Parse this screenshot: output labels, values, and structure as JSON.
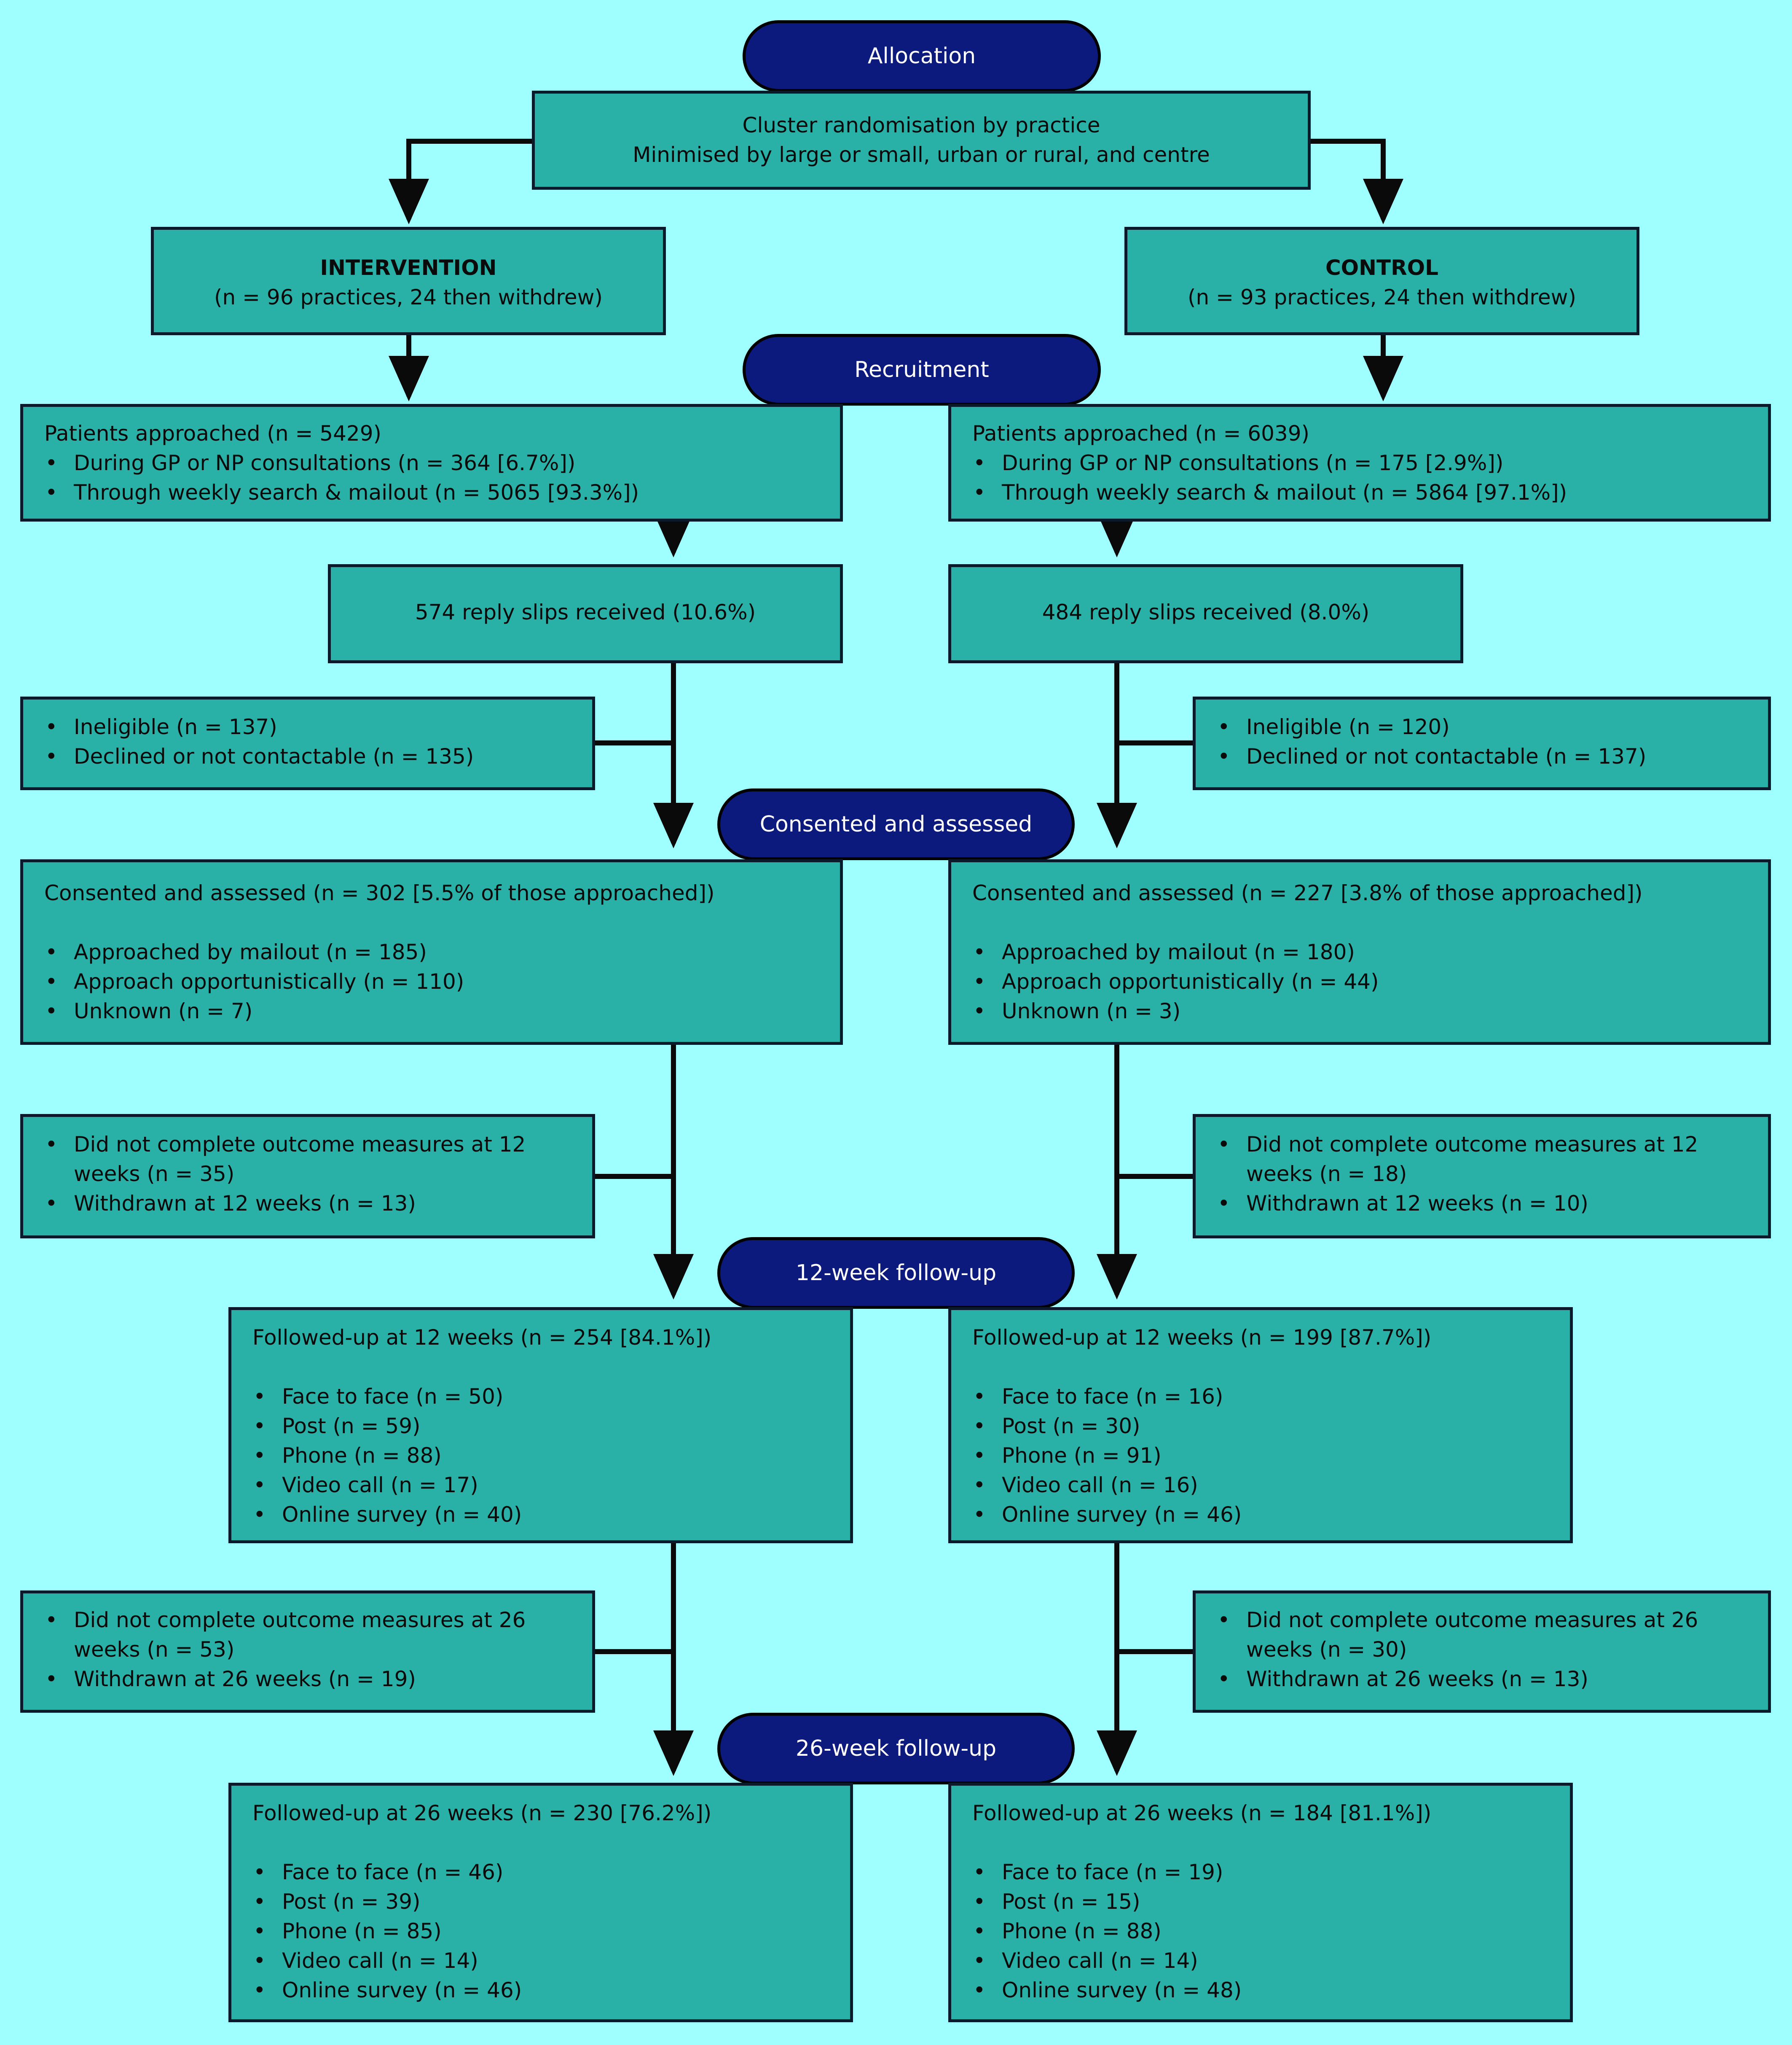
{
  "stages": {
    "allocation": "Allocation",
    "recruitment": "Recruitment",
    "consented": "Consented and assessed",
    "week12": "12-week follow-up",
    "week26": "26-week follow-up"
  },
  "randomisation": {
    "line1": "Cluster randomisation by practice",
    "line2": "Minimised by large or small, urban or rural, and centre"
  },
  "intervention": {
    "arm": {
      "title": "INTERVENTION",
      "detail": "(n = 96 practices, 24 then withdrew)"
    },
    "approached": {
      "title": "Patients approached (n = 5429)",
      "items": [
        "During GP or NP consultations (n = 364 [6.7%])",
        "Through weekly search & mailout (n = 5065 [93.3%])"
      ]
    },
    "reply": "574 reply slips received (10.6%)",
    "excluded": {
      "items": [
        "Ineligible (n = 137)",
        "Declined or not contactable (n = 135)"
      ]
    },
    "consented": {
      "title": "Consented and assessed (n = 302 [5.5% of those approached])",
      "items": [
        "Approached by mailout (n = 185)",
        "Approach opportunistically (n = 110)",
        "Unknown (n = 7)"
      ]
    },
    "lost12": {
      "items": [
        "Did not complete outcome measures at 12 weeks (n = 35)",
        "Withdrawn at 12 weeks (n = 13)"
      ]
    },
    "followup12": {
      "title": "Followed-up at 12 weeks (n = 254 [84.1%])",
      "items": [
        "Face to face (n = 50)",
        "Post (n = 59)",
        "Phone (n = 88)",
        "Video call (n = 17)",
        "Online survey (n = 40)"
      ]
    },
    "lost26": {
      "items": [
        "Did not complete outcome measures at 26 weeks (n = 53)",
        "Withdrawn at 26 weeks (n = 19)"
      ]
    },
    "followup26": {
      "title": "Followed-up at 26 weeks (n = 230 [76.2%])",
      "items": [
        "Face to face (n = 46)",
        "Post (n = 39)",
        "Phone (n = 85)",
        "Video call (n = 14)",
        "Online survey (n = 46)"
      ]
    }
  },
  "control": {
    "arm": {
      "title": "CONTROL",
      "detail": "(n = 93 practices, 24 then withdrew)"
    },
    "approached": {
      "title": "Patients approached (n = 6039)",
      "items": [
        "During GP or NP consultations (n = 175 [2.9%])",
        "Through weekly search & mailout (n = 5864 [97.1%])"
      ]
    },
    "reply": "484 reply slips received (8.0%)",
    "excluded": {
      "items": [
        "Ineligible (n = 120)",
        "Declined or not contactable (n = 137)"
      ]
    },
    "consented": {
      "title": "Consented and assessed (n = 227 [3.8% of those approached])",
      "items": [
        "Approached by mailout (n = 180)",
        "Approach opportunistically (n = 44)",
        "Unknown (n = 3)"
      ]
    },
    "lost12": {
      "items": [
        "Did not complete outcome measures at 12 weeks (n = 18)",
        "Withdrawn at 12 weeks (n = 10)"
      ]
    },
    "followup12": {
      "title": "Followed-up at 12 weeks (n = 199 [87.7%])",
      "items": [
        "Face to face (n = 16)",
        "Post (n = 30)",
        "Phone (n = 91)",
        "Video call (n = 16)",
        "Online survey (n = 46)"
      ]
    },
    "lost26": {
      "items": [
        "Did not complete outcome measures at 26 weeks (n = 30)",
        "Withdrawn at 26 weeks (n = 13)"
      ]
    },
    "followup26": {
      "title": "Followed-up at 26 weeks (n = 184 [81.1%])",
      "items": [
        "Face to face (n = 19)",
        "Post (n = 15)",
        "Phone (n = 88)",
        "Video call (n = 14)",
        "Online survey (n = 48)"
      ]
    }
  },
  "colors": {
    "background": "#9ffefe",
    "box": "#29b0a7",
    "pill": "#0d1a7d",
    "line": "#0a0a0a"
  }
}
